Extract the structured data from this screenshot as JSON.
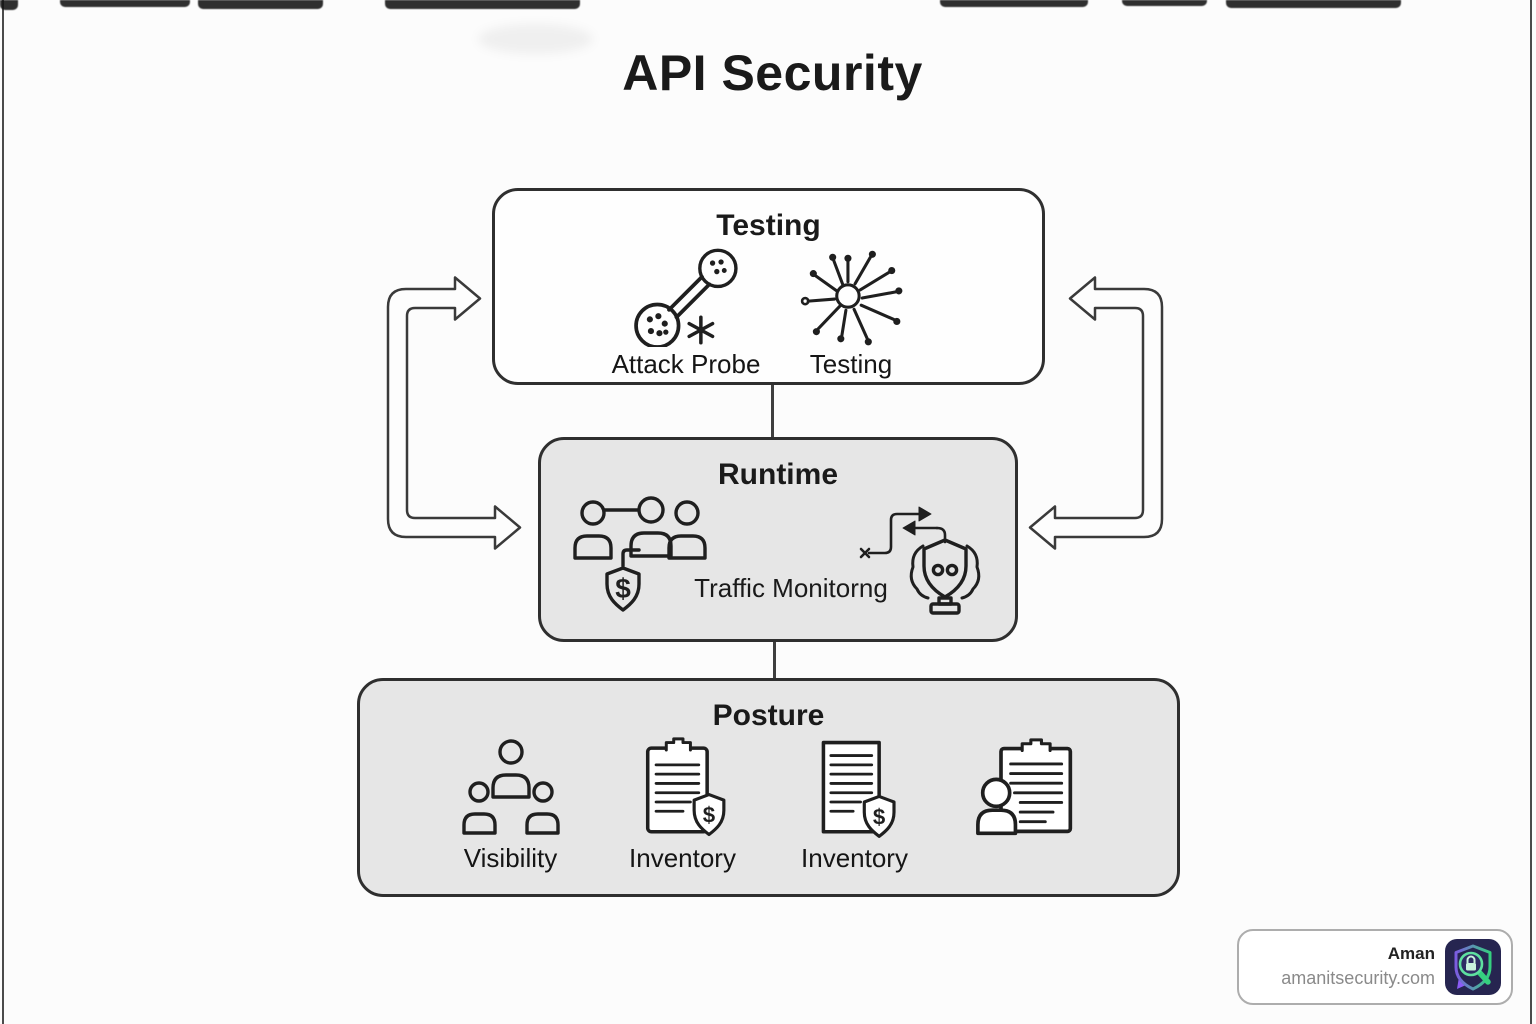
{
  "page": {
    "title": "API Security"
  },
  "colors": {
    "background": "#fcfcfc",
    "box_white": "#fefefe",
    "box_gray": "#e6e6e6",
    "border_dark": "#2f2f2f",
    "connector": "#3f3f3f",
    "logo_bg": "#262550",
    "logo_green": "#35d07f",
    "logo_purple": "#8b5cf6"
  },
  "icons": {
    "dollar": "$",
    "names": [
      "attack-probe-icon",
      "network-scan-icon",
      "user-group-shield-icon",
      "watch-shield-icon",
      "people-hierarchy-icon",
      "clipboard-shield-icon",
      "document-shield-icon",
      "clipboard-person-icon",
      "shield-magnifier-lock-logo"
    ]
  },
  "boxes": {
    "testing": {
      "title": "Testing",
      "items": [
        {
          "label": "Attack Probe",
          "icon": "attack-probe-icon"
        },
        {
          "label": "Testing",
          "icon": "network-scan-icon"
        }
      ]
    },
    "runtime": {
      "title": "Runtime",
      "label": "Traffic Monitorng",
      "icons": [
        "user-group-shield-icon",
        "watch-shield-icon"
      ]
    },
    "posture": {
      "title": "Posture",
      "items": [
        {
          "label": "Visibility",
          "icon": "people-hierarchy-icon"
        },
        {
          "label": "Inventory",
          "icon": "clipboard-shield-icon"
        },
        {
          "label": "Inventory",
          "icon": "document-shield-icon"
        },
        {
          "label": "",
          "icon": "clipboard-person-icon"
        }
      ]
    }
  },
  "footer": {
    "name": "Aman",
    "website": "amanitsecurity.com"
  }
}
